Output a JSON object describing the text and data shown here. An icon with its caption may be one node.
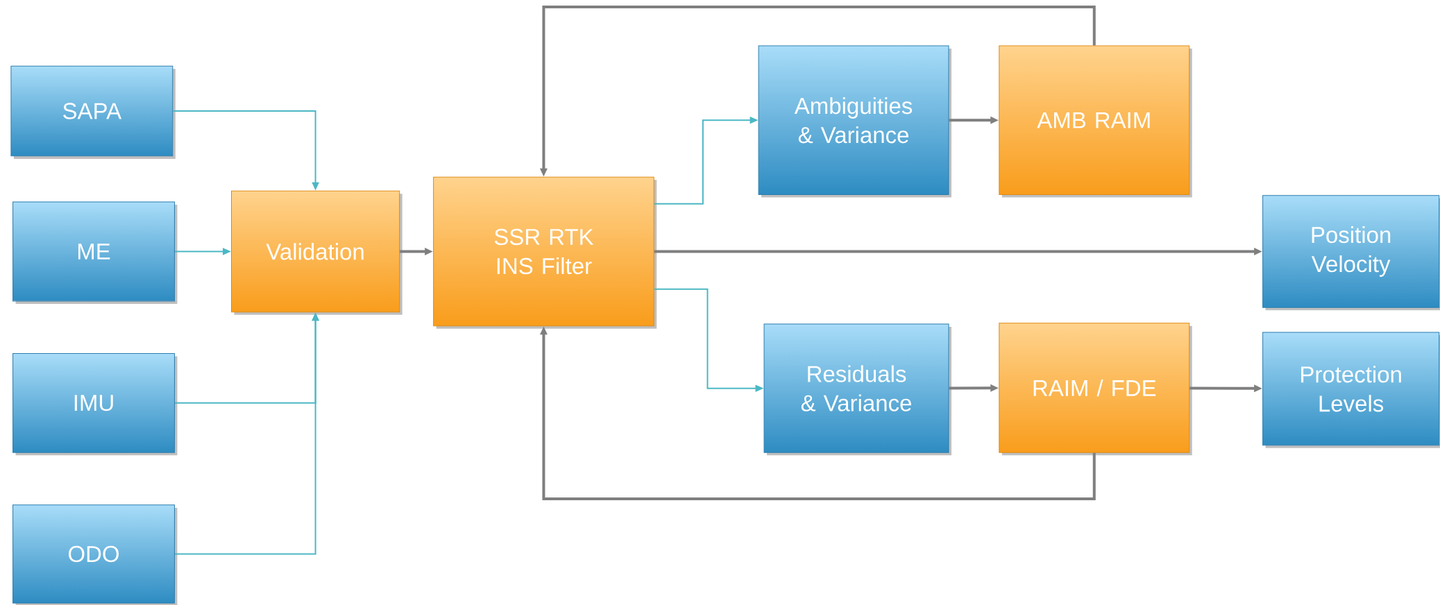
{
  "diagram": {
    "nodes": [
      {
        "text": [
          "SAPA"
        ]
      },
      {
        "text": [
          "ME"
        ]
      },
      {
        "text": [
          "IMU"
        ]
      },
      {
        "text": [
          "ODO"
        ]
      },
      {
        "text": [
          "Validation"
        ]
      },
      {
        "text": [
          "SSR RTK INS Filter"
        ]
      },
      {
        "text": [
          "Ambiguities & Variance"
        ]
      },
      {
        "text": [
          "AMB RAIM"
        ]
      },
      {
        "text": [
          "Position Velocity"
        ]
      },
      {
        "text": [
          "Residuals & Variance"
        ]
      },
      {
        "text": [
          "RAIM / FDE"
        ]
      },
      {
        "text": [
          "Protection Levels"
        ]
      }
    ],
    "edges": [
      {
        "from": 0,
        "to": 4,
        "arrow": "to",
        "color": "#4bb8c4"
      },
      {
        "from": 1,
        "to": 4,
        "arrow": "to",
        "color": "#4bb8c4"
      },
      {
        "from": 2,
        "to": 4,
        "arrow": "to",
        "color": "#4bb8c4"
      },
      {
        "from": 3,
        "to": 4,
        "arrow": "to",
        "color": "#4bb8c4"
      },
      {
        "from": 4,
        "to": 5,
        "arrow": "to"
      },
      {
        "from": 5,
        "to": 6,
        "arrow": "to",
        "color": "#4bb8c4"
      },
      {
        "from": 5,
        "to": 8,
        "arrow": "to"
      },
      {
        "from": 5,
        "to": 9,
        "arrow": "to",
        "color": "#4bb8c4"
      },
      {
        "from": 6,
        "to": 7,
        "arrow": "to"
      },
      {
        "from": 7,
        "to": 5,
        "arrow": "to"
      },
      {
        "from": 9,
        "to": 10,
        "arrow": "to"
      },
      {
        "from": 10,
        "to": 11,
        "arrow": "to"
      },
      {
        "from": 10,
        "to": 5,
        "arrow": "to"
      }
    ]
  }
}
